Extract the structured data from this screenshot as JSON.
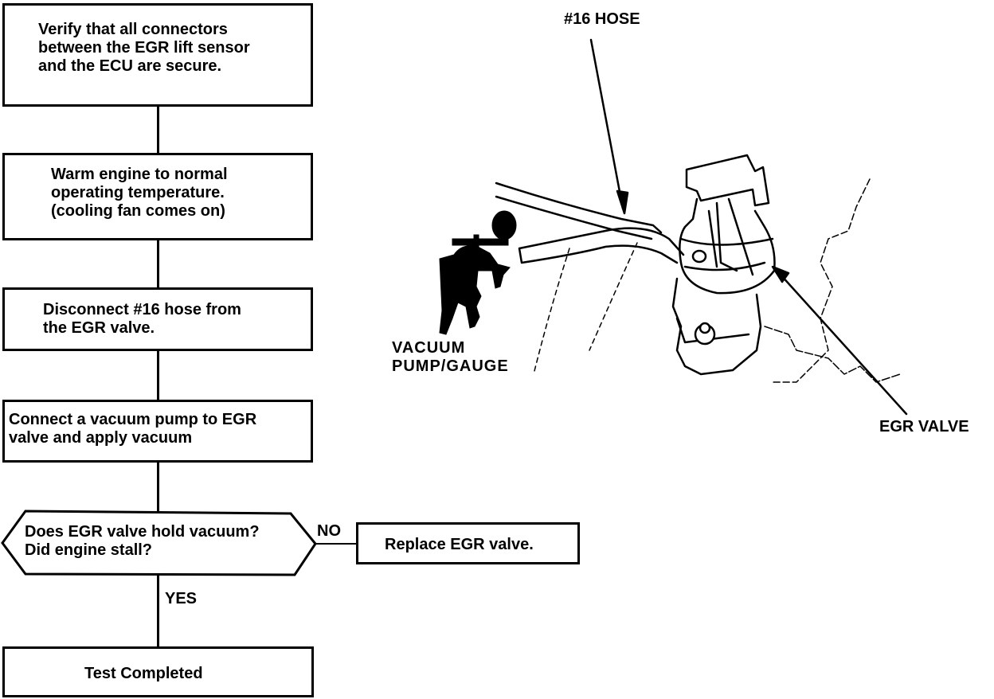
{
  "flowchart": {
    "steps": [
      {
        "id": "verify",
        "text": "Verify that all connectors\nbetween the EGR lift sensor\nand the ECU are secure."
      },
      {
        "id": "warm",
        "text": "Warm engine to normal\noperating temperature.\n(cooling fan comes on)"
      },
      {
        "id": "disconnect",
        "text": "Disconnect #16 hose from\nthe EGR valve."
      },
      {
        "id": "connect",
        "text": "Connect a vacuum pump to EGR\nvalve and apply vacuum"
      }
    ],
    "decision": {
      "text": "Does EGR valve hold vacuum?\nDid engine stall?"
    },
    "no_label": "NO",
    "no_action": "Replace EGR valve.",
    "yes_label": "YES",
    "end": "Test Completed"
  },
  "illustration": {
    "hose_label": "#16 HOSE",
    "pump_label": "VACUUM\nPUMP/GAUGE",
    "valve_label": "EGR VALVE"
  }
}
